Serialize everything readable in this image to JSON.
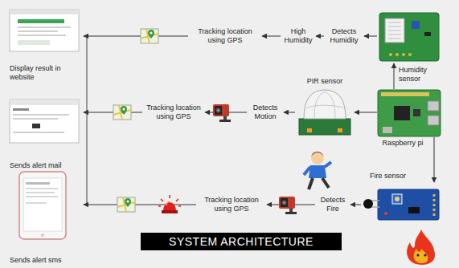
{
  "diagram": {
    "title": "SYSTEM ARCHITECTURE",
    "nodes": [
      {
        "text": [
          "Display result in website"
        ]
      },
      {
        "text": [
          "Tracking location using GPS"
        ]
      },
      {
        "text": [
          "High Humidity"
        ]
      },
      {
        "text": [
          "Detects Humidity"
        ]
      },
      {
        "text": [
          "Humidity sensor"
        ]
      },
      {
        "text": [
          "Sends alert mail"
        ]
      },
      {
        "text": [
          "Tracking location using GPS"
        ]
      },
      {
        "text": [
          "Detects Motion"
        ]
      },
      {
        "text": [
          "PIR sensor"
        ]
      },
      {
        "text": [
          "Raspberry pi"
        ]
      },
      {
        "text": [
          "Sends alert sms"
        ]
      },
      {
        "text": [
          "Tracking location using GPS"
        ]
      },
      {
        "text": [
          "Detects Fire"
        ]
      },
      {
        "text": [
          "Fire sensor"
        ]
      }
    ],
    "edges": [
      {
        "from": 4,
        "to": 3,
        "arrow": "to"
      },
      {
        "from": 3,
        "to": 2,
        "arrow": "to"
      },
      {
        "from": 2,
        "to": 1,
        "arrow": "to"
      },
      {
        "from": 1,
        "to": 0,
        "arrow": "to"
      },
      {
        "from": 9,
        "to": 4,
        "arrow": "to"
      },
      {
        "from": 9,
        "to": 8,
        "arrow": "to"
      },
      {
        "from": 8,
        "to": 7,
        "arrow": "to"
      },
      {
        "from": 7,
        "to": 6,
        "arrow": "to"
      },
      {
        "from": 6,
        "to": 5,
        "arrow": "to"
      },
      {
        "from": 9,
        "to": 13,
        "arrow": "to"
      },
      {
        "from": 13,
        "to": 12,
        "arrow": "to"
      },
      {
        "from": 12,
        "to": 11,
        "arrow": "to"
      },
      {
        "from": 11,
        "to": 10,
        "arrow": "to"
      }
    ]
  }
}
